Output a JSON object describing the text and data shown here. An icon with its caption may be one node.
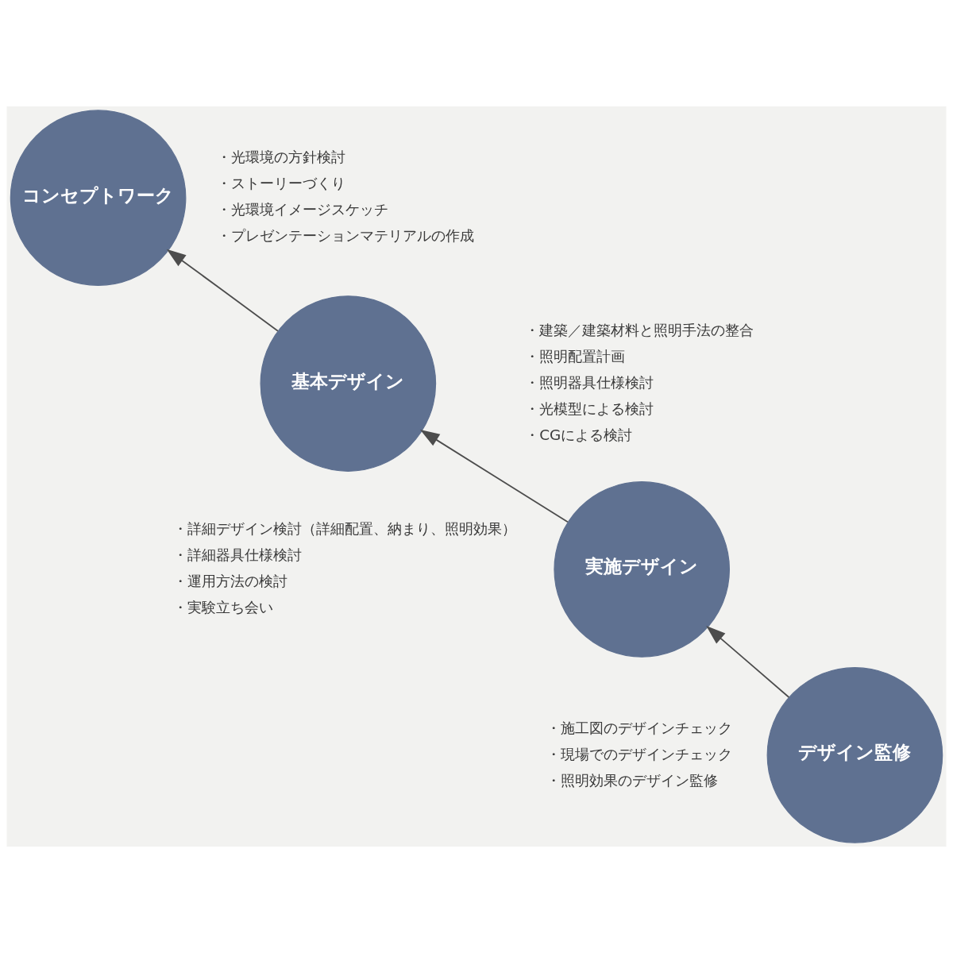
{
  "diagram": {
    "nodes": [
      {
        "text": [
          "コンセプトワーク"
        ],
        "beside": [
          "・光環境の方針検討",
          "・ストーリーづくり",
          "・光環境イメージスケッチ",
          "・プレゼンテーションマテリアルの作成"
        ]
      },
      {
        "text": [
          "基本デザイン"
        ],
        "beside": [
          "・建築／建築材料と照明手法の整合",
          "・照明配置計画",
          "・照明器具仕様検討",
          "・光模型による検討",
          "・CGによる検討"
        ]
      },
      {
        "text": [
          "実施デザイン"
        ],
        "beside": [
          "・詳細デザイン検討（詳細配置、納まり、照明効果）",
          "・詳細器具仕様検討",
          "・運用方法の検討",
          "・実験立ち会い"
        ]
      },
      {
        "text": [
          "デザイン監修"
        ],
        "beside": [
          "・施工図のデザインチェック",
          "・現場でのデザインチェック",
          "・照明効果のデザイン監修"
        ]
      }
    ],
    "edges": [
      {
        "from": 1,
        "to": 0,
        "arrow": "to"
      },
      {
        "from": 2,
        "to": 1,
        "arrow": "to"
      },
      {
        "from": 3,
        "to": 2,
        "arrow": "to"
      }
    ]
  }
}
